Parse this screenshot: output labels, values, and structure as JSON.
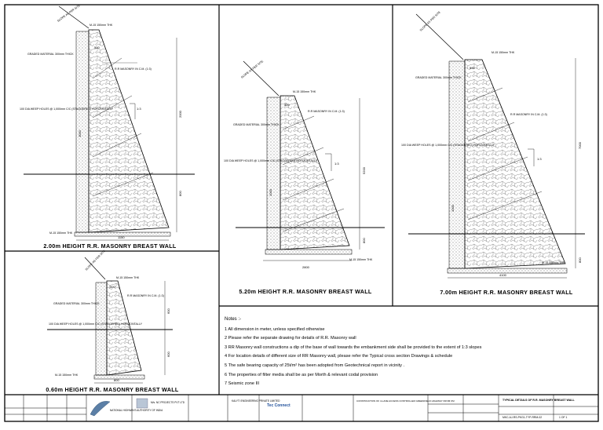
{
  "panels": {
    "wall_200": {
      "title": "2.00m HEIGHT R.R. MASONRY BREAST WALL",
      "top_label": "SLOPE AS PER SITE",
      "m15_top": "M-15 150mm THK",
      "graded": "GRADED MATERIAL 300mm THICK",
      "masonry": "R.R MASONRY IN C.M. (1:3)",
      "weep": "100 DIA WEEP HOLES @ 1,000mm C/C (STAGGERED) HORIZONTALLY",
      "slope_ratio": "1:3",
      "dims": {
        "top": "500",
        "height": "2000",
        "mid": "1000",
        "footing": "800",
        "base": "1150"
      },
      "m15_base": "M-15 150mm THK"
    },
    "wall_520": {
      "title": "5.20m HEIGHT R.R. MASONRY BREAST WALL",
      "top_label": "SLOPE AS PER SITE",
      "m15_top": "M-15 150mm THK",
      "graded": "GRADED MATERIAL 300mm THICK",
      "masonry": "R.R MASONRY IN C.M. (1:3)",
      "weep": "100 DIA WEEP HOLES @ 1,000mm C/C (STAGGERED) HORIZONTALLY",
      "slope_ratio": "1:3",
      "dims": {
        "top": "500",
        "height": "5200",
        "mid": "1000",
        "footing": "800",
        "base": "2800"
      },
      "m15_base": "M-15 150mm THK"
    },
    "wall_700": {
      "title": "7.00m HEIGHT R.R. MASONRY BREAST WALL",
      "top_label": "SLOPE AS PER SITE",
      "m15_top": "M-15 150mm THK",
      "graded": "GRADED MATERIAL 300mm THICK",
      "masonry": "R.R MASONRY IN C.M. (1:3)",
      "weep": "100 DIA WEEP HOLES @ 1,000mm C/C (STAGGERED) HORIZONTALLY",
      "slope_ratio": "1:3",
      "dims": {
        "top": "500",
        "height": "7000",
        "mid": "1000",
        "footing": "800",
        "base": "4100"
      },
      "m15_base": "M-15 150mm THK"
    },
    "wall_060": {
      "title": "0.60m HEIGHT R.R. MASONRY BREAST WALL",
      "top_label": "SLOPE AS PER SITE",
      "m15_top": "M-15 150mm THK",
      "graded": "GRADED MATERIAL 300mm THICK",
      "masonry": "R.R MASONRY IN C.M. (1:3)",
      "weep": "100 DIA WEEP HOLES @ 1,000mm C/C (STAGGERED) HORIZONTALLY",
      "dims": {
        "top": "500",
        "height": "600",
        "footing": "600",
        "base": "800"
      },
      "m15_base": "M-15 150mm THK"
    }
  },
  "notes": {
    "title": "Notes :-",
    "items": [
      "1  All dimension in meter, unless specified otherwise",
      "2  Please refer the separate drawing for details of R.R. Masonry wall",
      "3  RR Masonry wall constructions a dip of the base of wall towards the embankment side shall be provided to the extent of 1:3 slopes",
      "4  For location details of different size of RR Masonry wall, please refer the Typical cross section  Drawings & schedule",
      "5  The safe bearing capacity of 25t/m² has been adopted from Geotechnical report in vicinity .",
      "6  The properties of filter media shall be as per Morth & relevant codal provision",
      "7  Seismic zone III"
    ]
  },
  "title_block": {
    "client": "NATIONAL HIGHWAYS AUTHORITY OF INDIA",
    "contractor": "M/s. NC PROJECTS PVT LTD",
    "consultant": "KALYTI ENGINEERING PRIVATE LIMITED",
    "tec_logo": "Tec Connect",
    "project": "CONSTRUCTION OF 4-LANE ACCESS CONTROLLED GREENFIELD HIGHWAY FROM KM",
    "drawing_title": "TYPICAL DETAILS OF R.R. MASONRY BREAST WALL",
    "drawing_no": "MKC-AJ-RS-PKG1-TYP-RRM-02",
    "sheet": "1 OF 1"
  }
}
